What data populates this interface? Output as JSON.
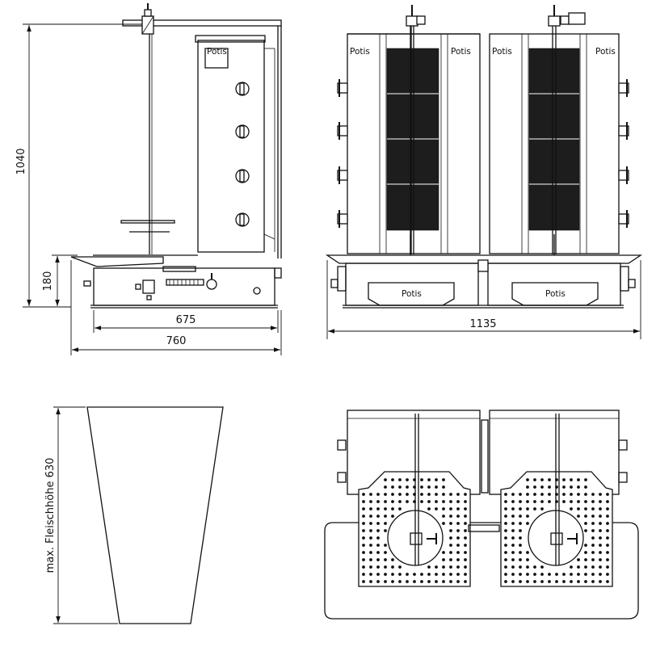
{
  "dimensions": {
    "height_total": "1040",
    "height_base": "180",
    "depth_inner": "675",
    "depth_outer": "760",
    "width_total": "1135",
    "meat_height": "max. Fleischhöhe 630"
  },
  "labels": {
    "brand": "Potis"
  },
  "colors": {
    "line": "#111111",
    "heating_element": "#1d1d1d",
    "background": "#ffffff"
  }
}
